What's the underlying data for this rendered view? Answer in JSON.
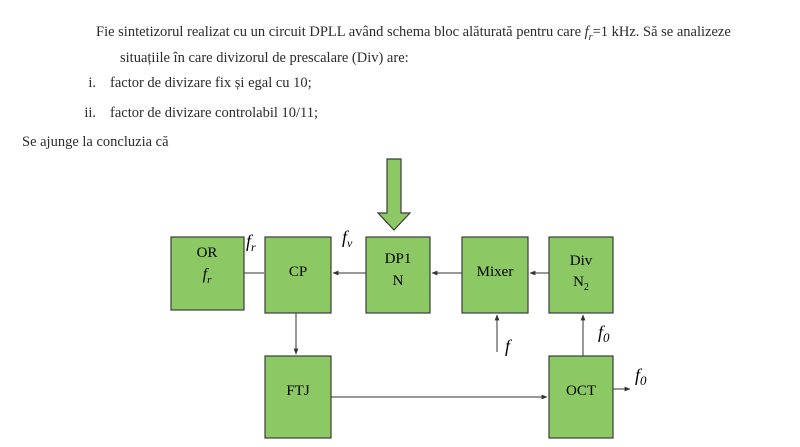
{
  "intro": {
    "line1_a": "Fie sintetizorul realizat cu un circuit DPLL având schema bloc alăturată pentru care ",
    "fr_symbol": "f",
    "fr_sub": "r",
    "line1_b": "=1 kHz. Să se analizeze",
    "line2": "situațiile în care divizorul de prescalare (Div) are:"
  },
  "items": [
    {
      "num": "i.",
      "text": "factor de divizare fix și egal cu 10;"
    },
    {
      "num": "ii.",
      "text": "factor de divizare controlabil 10/11;"
    }
  ],
  "conclusion": "Se ajunge la concluzia că",
  "diagram": {
    "colors": {
      "block_fill": "#8cc965",
      "block_stroke": "#3c3c3c",
      "arrow_fill": "#8cc965",
      "line": "#333333"
    },
    "blocks": {
      "or": {
        "line1": "OR",
        "line2": "f",
        "line2_sub": "r"
      },
      "cp": {
        "label": "CP"
      },
      "dp1": {
        "line1": "DP1",
        "line2": "N"
      },
      "mixer": {
        "label": "Mixer"
      },
      "div": {
        "line1": "Div",
        "line2": "N",
        "line2_sub": "2"
      },
      "ftj": {
        "label": "FTJ"
      },
      "oct": {
        "label": "OCT"
      }
    },
    "signals": {
      "fr": {
        "main": "f",
        "sub": "r"
      },
      "fv": {
        "main": "f",
        "sub": "v"
      },
      "f": {
        "main": "f"
      },
      "fo_up": {
        "main": "f",
        "sub": "0"
      },
      "fo_out": {
        "main": "f",
        "sub": "0"
      }
    }
  }
}
